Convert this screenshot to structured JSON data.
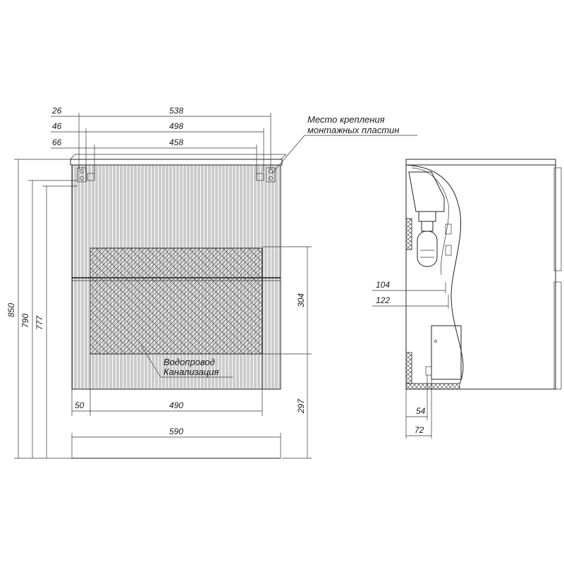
{
  "labels": {
    "mount_note_line1": "Место крепления",
    "mount_note_line2": "монтажных пластин",
    "water_supply": "Водопровод",
    "sewage": "Канализация"
  },
  "front_dims": {
    "top_offset_26": "26",
    "top_offset_46": "46",
    "top_offset_66": "66",
    "width_538": "538",
    "width_498": "498",
    "width_458": "458",
    "height_850": "850",
    "height_790": "790",
    "height_777": "777",
    "zone_height_304": "304",
    "zone_bottom_297": "297",
    "left_offset_50": "50",
    "zone_width_490": "490",
    "overall_width_590": "590"
  },
  "side_dims": {
    "depth_104": "104",
    "depth_122": "122",
    "bottom_54": "54",
    "bottom_72": "72"
  }
}
